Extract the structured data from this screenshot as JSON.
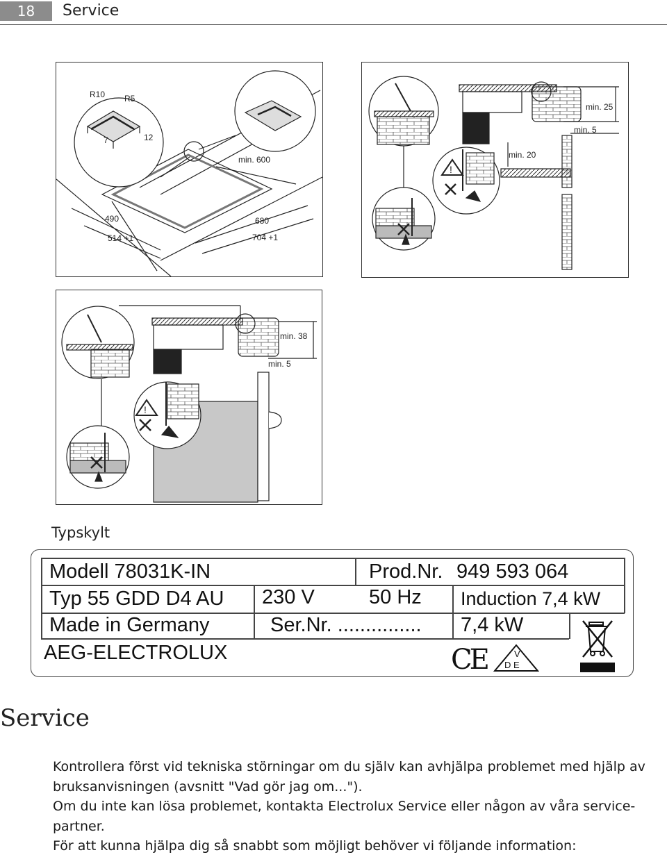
{
  "header": {
    "page_number": "18",
    "running_title": "Service"
  },
  "figure1": {
    "labels": {
      "r10": "R10",
      "r5": "R5",
      "d7": "7",
      "d12": "12",
      "min600": "min. 600",
      "d490": "490",
      "d514": "514 +1",
      "d680": "680",
      "d704": "704 +1"
    }
  },
  "figure2": {
    "labels": {
      "min25": "min. 25",
      "min5": "min. 5",
      "min20": "min. 20"
    }
  },
  "figure3": {
    "labels": {
      "min38": "min. 38",
      "min5": "min. 5"
    }
  },
  "rating_plate": {
    "caption": "Typskylt",
    "model": "Modell 78031K-IN",
    "prod_nr_label": "Prod.Nr.",
    "prod_nr": "949 593 064",
    "type": "Typ 55 GDD D4 AU",
    "voltage": "230 V",
    "frequency": "50 Hz",
    "induction": "Induction 7,4 kW",
    "made_in": "Made in Germany",
    "ser_nr": "Ser.Nr. ...............",
    "power": "7,4 kW",
    "brand": "AEG-ELECTROLUX",
    "ce_mark": "CE",
    "vde_v": "V",
    "vde_de": "D E"
  },
  "service": {
    "title": "Service",
    "paragraph1": "Kontrollera först vid tekniska störningar om du själv kan avhjälpa problemet med hjälp av bruksanvisningen (avsnitt \"Vad gör jag om...\").",
    "paragraph2": "Om du inte kan lösa problemet, kontakta Electrolux Service eller någon av våra service-partner.",
    "paragraph3": "För att kunna hjälpa dig så snabbt som möjligt behöver vi följande information:"
  }
}
